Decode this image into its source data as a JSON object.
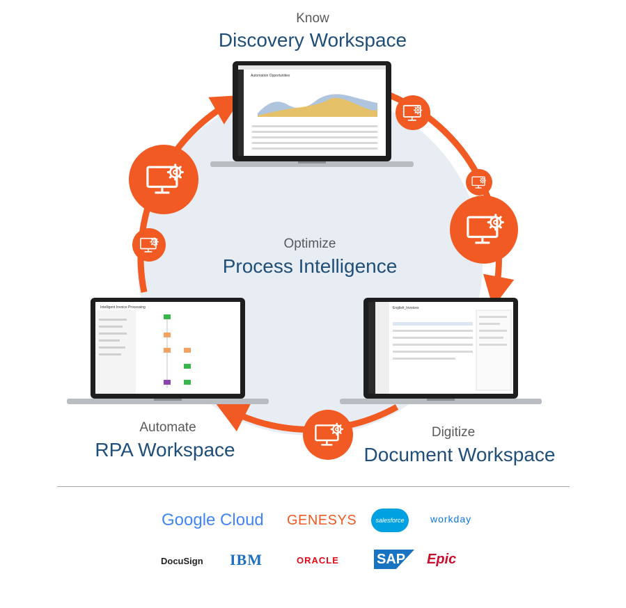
{
  "center": {
    "subtitle": "Optimize",
    "title": "Process Intelligence"
  },
  "stages": [
    {
      "subtitle": "Know",
      "title": "Discovery Workspace"
    },
    {
      "subtitle": "Digitize",
      "title": "Document Workspace"
    },
    {
      "subtitle": "Automate",
      "title": "RPA Workspace"
    }
  ],
  "screens": {
    "discovery_title": "Automation Opportunities",
    "rpa_title": "Intelligent Invoice Processing",
    "document_title": "English_Invoices"
  },
  "partners": {
    "row1": [
      "Google Cloud",
      "GENESYS",
      "salesforce",
      "workday"
    ],
    "row2": [
      "DocuSign",
      "IBM",
      "ORACLE",
      "SAP",
      "Epic"
    ]
  },
  "colors": {
    "accent_orange": "#f15a22",
    "navy_text": "#1f4e79",
    "gray_text": "#58595b",
    "circle_fill": "#e7edf3"
  },
  "icons": [
    "monitor-gear-icon",
    "monitor-icon",
    "laptop-icon"
  ]
}
